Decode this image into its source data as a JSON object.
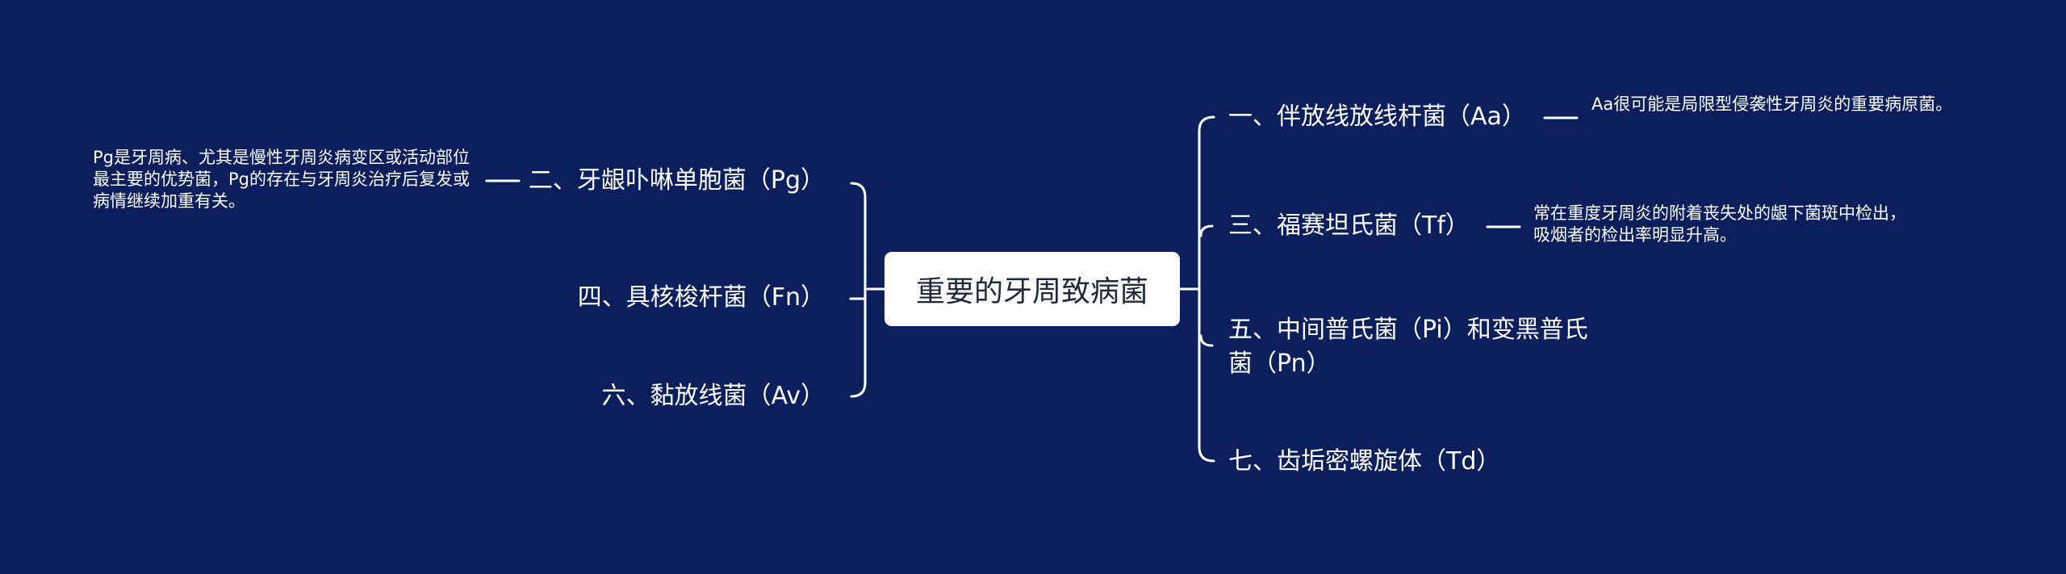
{
  "center": {
    "label": "重要的牙周致病菌"
  },
  "left_branches": [
    {
      "label": "二、牙龈卟啉单胞菌（Pg）",
      "note": "Pg是牙周病、尤其是慢性牙周炎病变区或活动部位最主要的优势菌，Pg的存在与牙周炎治疗后复发或病情继续加重有关。"
    },
    {
      "label": "四、具核梭杆菌（Fn）"
    },
    {
      "label": "六、黏放线菌（Av）"
    }
  ],
  "right_branches": [
    {
      "label": "一、伴放线放线杆菌（Aa）",
      "note": "Aa很可能是局限型侵袭性牙周炎的重要病原菌。"
    },
    {
      "label": "三、福赛坦氏菌（Tf）",
      "note": "常在重度牙周炎的附着丧失处的龈下菌斑中检出，吸烟者的检出率明显升高。"
    },
    {
      "label": "五、中间普氏菌（Pi）和变黑普氏菌（Pn）"
    },
    {
      "label": "七、齿垢密螺旋体（Td）"
    }
  ],
  "colors": {
    "background": "#0a1f5c",
    "connector": "#ffffff",
    "center_fill": "#ffffff",
    "center_text": "#1f2a3c"
  }
}
